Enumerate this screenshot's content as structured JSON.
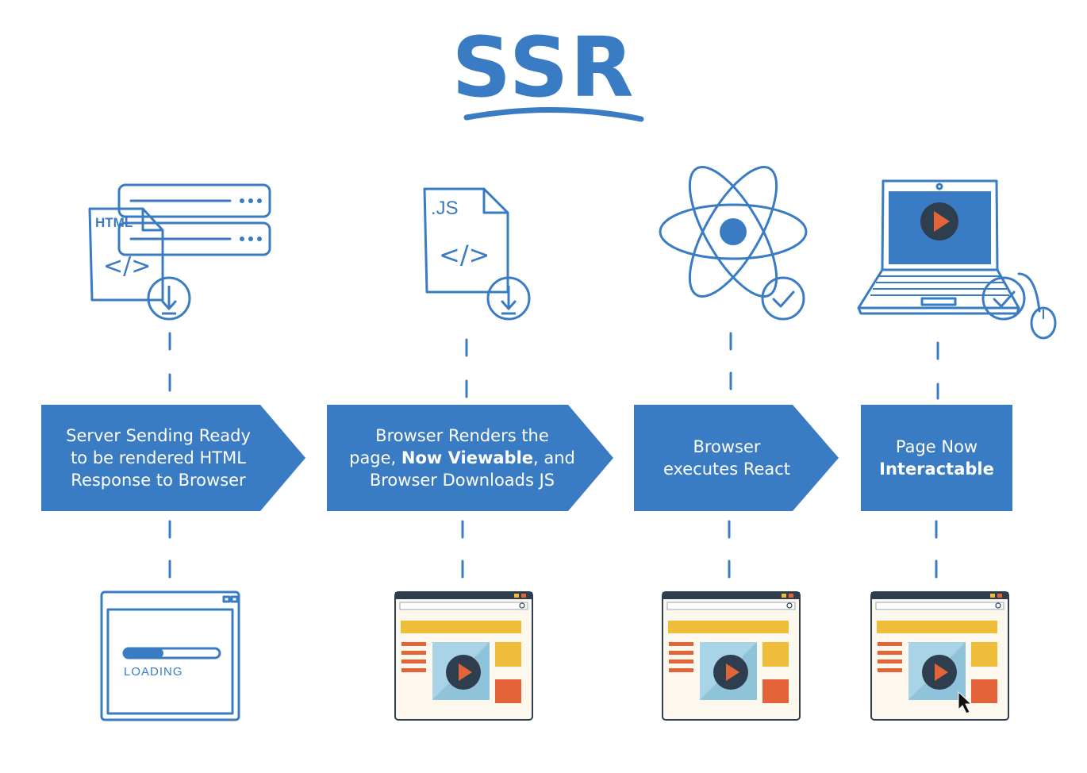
{
  "title": "SSR",
  "steps": [
    {
      "lines": [
        "Server Sending Ready",
        "to be rendered HTML",
        "Response to Browser"
      ]
    },
    {
      "line1": "Browser Renders the",
      "line2_pre": "page, ",
      "line2_bold": "Now Viewable",
      "line2_post": ", and",
      "line3": "Browser Downloads JS"
    },
    {
      "lines": [
        "Browser",
        "executes React"
      ]
    },
    {
      "line1": "Page Now",
      "line2_bold": "Interactable"
    }
  ],
  "icons": {
    "html_file_label": "HTML",
    "html_code": "</>",
    "js_file_label": ".JS",
    "js_code": "</>",
    "loading_label": "LOADING"
  },
  "colors": {
    "primary_blue": "#3a7cc3",
    "yellow": "#f0bd3a",
    "orange": "#e4643a",
    "light_blue": "#a9d3e6",
    "play_dark": "#2f3e4e",
    "page_bg": "#fdf8ee"
  }
}
